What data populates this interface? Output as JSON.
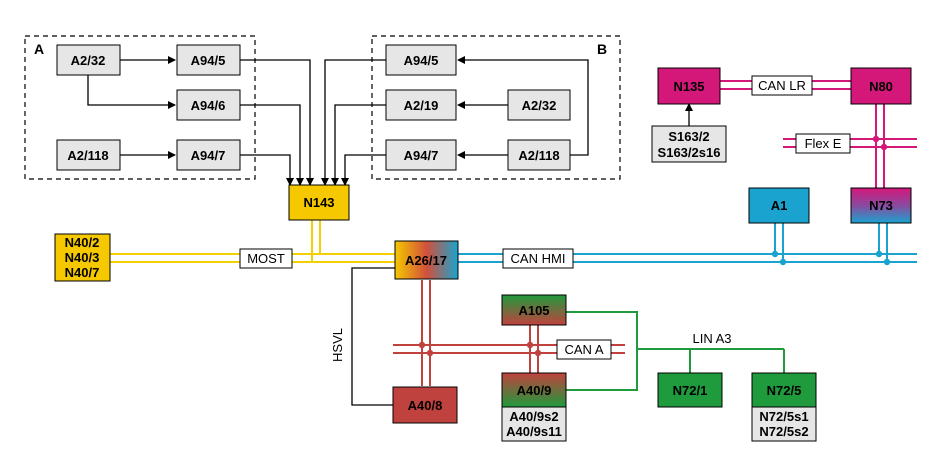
{
  "groups": {
    "a": "A",
    "b": "B"
  },
  "nodes": {
    "a2_32_a": "A2/32",
    "a94_5_a": "A94/5",
    "a94_6": "A94/6",
    "a2_118_a": "A2/118",
    "a94_7_a": "A94/7",
    "a94_5_b": "A94/5",
    "a2_19": "A2/19",
    "a2_32_b": "A2/32",
    "a94_7_b": "A94/7",
    "a2_118_b": "A2/118",
    "n143": "N143",
    "n40_2": "N40/2",
    "n40_3": "N40/3",
    "n40_7": "N40/7",
    "a26_17": "A26/17",
    "a1": "A1",
    "n73": "N73",
    "n135": "N135",
    "n80": "N80",
    "s163_2": "S163/2",
    "s163_2s16": "S163/2s16",
    "a105": "A105",
    "a40_9": "A40/9",
    "a40_9s2": "A40/9s2",
    "a40_9s11": "A40/9s11",
    "a40_8": "A40/8",
    "n72_1": "N72/1",
    "n72_5": "N72/5",
    "n72_5s1": "N72/5s1",
    "n72_5s2": "N72/5s2"
  },
  "buses": {
    "most": "MOST",
    "can_hmi": "CAN HMI",
    "can_lr": "CAN LR",
    "flex_e": "Flex E",
    "can_a": "CAN A",
    "lin_a3": "LIN A3",
    "hsvl": "HSVL"
  },
  "colors": {
    "most": "#f5d000",
    "can_hmi": "#1aa3cf",
    "can_lr": "#d4187a",
    "can_a": "#c0423f",
    "lin": "#1f9a3c",
    "yellow_node": "#f5c800",
    "blue_node": "#1aa3cf",
    "magenta_node": "#d4187a",
    "red_node": "#c0423f",
    "green_node": "#1f9a3c",
    "grey_node": "#e6e6e6"
  }
}
